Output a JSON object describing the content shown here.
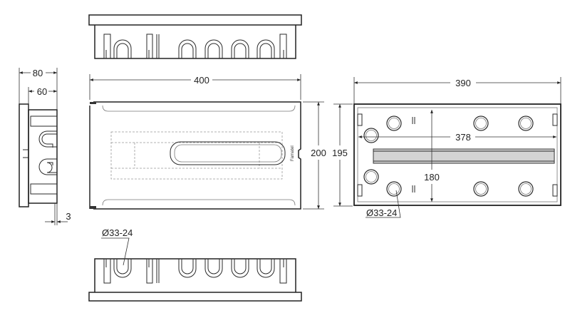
{
  "drawing": {
    "brand": "Famatel",
    "dimensions": {
      "side_depth_total": "80",
      "side_depth_body": "60",
      "side_lid_offset": "3",
      "front_width": "400",
      "front_height": "200",
      "front_inner_height": "195",
      "back_width": "390",
      "back_hole_spacing_h": "378",
      "back_hole_spacing_v": "180"
    },
    "knockout_label_back": "Ø33-24",
    "knockout_label_bottom": "Ø33-24"
  }
}
